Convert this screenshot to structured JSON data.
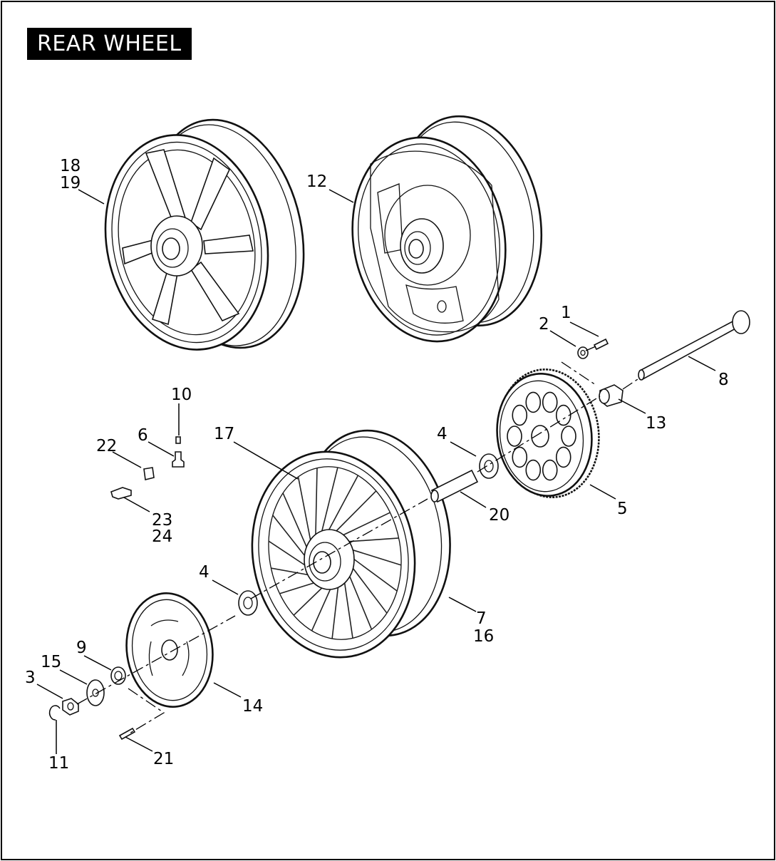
{
  "title": "REAR WHEEL",
  "callouts": [
    {
      "id": "c-18",
      "text": "18"
    },
    {
      "id": "c-19",
      "text": "19"
    },
    {
      "id": "c-12",
      "text": "12"
    },
    {
      "id": "c-1",
      "text": "1"
    },
    {
      "id": "c-2",
      "text": "2"
    },
    {
      "id": "c-8",
      "text": "8"
    },
    {
      "id": "c-13",
      "text": "13"
    },
    {
      "id": "c-10",
      "text": "10"
    },
    {
      "id": "c-6",
      "text": "6"
    },
    {
      "id": "c-22",
      "text": "22"
    },
    {
      "id": "c-23",
      "text": "23"
    },
    {
      "id": "c-24",
      "text": "24"
    },
    {
      "id": "c-17",
      "text": "17"
    },
    {
      "id": "c-4a",
      "text": "4"
    },
    {
      "id": "c-20",
      "text": "20"
    },
    {
      "id": "c-5",
      "text": "5"
    },
    {
      "id": "c-4b",
      "text": "4"
    },
    {
      "id": "c-7",
      "text": "7"
    },
    {
      "id": "c-16",
      "text": "16"
    },
    {
      "id": "c-9",
      "text": "9"
    },
    {
      "id": "c-15",
      "text": "15"
    },
    {
      "id": "c-3",
      "text": "3"
    },
    {
      "id": "c-14",
      "text": "14"
    },
    {
      "id": "c-11",
      "text": "11"
    },
    {
      "id": "c-21",
      "text": "21"
    }
  ]
}
